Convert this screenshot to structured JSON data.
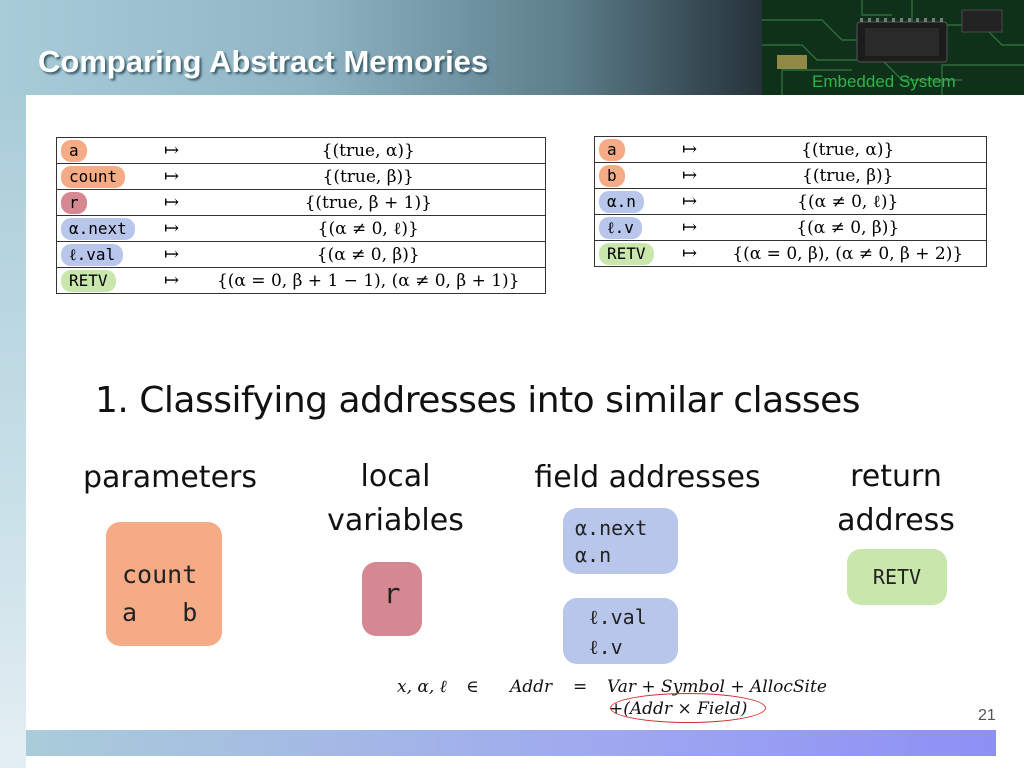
{
  "slide": {
    "title": "Comparing Abstract Memories",
    "brand": "Embedded System",
    "page_number": "21"
  },
  "table_left": {
    "rows": [
      {
        "key": "a",
        "map": "↦",
        "val": "{(true, α)}",
        "color": "orange"
      },
      {
        "key": "count",
        "map": "↦",
        "val": "{(true, β)}",
        "color": "orange"
      },
      {
        "key": "r",
        "map": "↦",
        "val": "{(true, β + 1)}",
        "color": "red"
      },
      {
        "key": "α.next",
        "map": "↦",
        "val": "{(α ≠ 0, ℓ)}",
        "color": "blue"
      },
      {
        "key": "ℓ.val",
        "map": "↦",
        "val": "{(α ≠ 0, β)}",
        "color": "blue"
      },
      {
        "key": "RETV",
        "map": "↦",
        "val": "{(α = 0, β + 1 − 1), (α ≠ 0, β + 1)}",
        "color": "green"
      }
    ]
  },
  "table_right": {
    "rows": [
      {
        "key": "a",
        "map": "↦",
        "val": "{(true, α)}",
        "color": "orange"
      },
      {
        "key": "b",
        "map": "↦",
        "val": "{(true, β)}",
        "color": "orange"
      },
      {
        "key": "α.n",
        "map": "↦",
        "val": "{(α ≠ 0, ℓ)}",
        "color": "blue"
      },
      {
        "key": "ℓ.v",
        "map": "↦",
        "val": "{(α ≠ 0, β)}",
        "color": "blue"
      },
      {
        "key": "RETV",
        "map": "↦",
        "val": "{(α = 0, β), (α ≠ 0, β + 2)}",
        "color": "green"
      }
    ]
  },
  "section": {
    "heading": "1. Classifying addresses into similar classes"
  },
  "categories": {
    "parameters": {
      "label": "parameters",
      "items": [
        "count",
        "a   b"
      ]
    },
    "locals": {
      "label_1": "local",
      "label_2": "variables",
      "items": [
        "r"
      ]
    },
    "fields": {
      "label": "field addresses",
      "group1": [
        "α.next",
        "α.n"
      ],
      "group2": [
        "ℓ.val",
        "ℓ.v"
      ]
    },
    "return": {
      "label_1": "return",
      "label_2": "address",
      "items": [
        "RETV"
      ]
    }
  },
  "equation": {
    "lhs": "x, α, ℓ",
    "member": "∈",
    "set": "Addr",
    "equals": "=",
    "rhs": "Var + Symbol + AllocSite",
    "rhs2": "+(Addr × Field)"
  },
  "colors": {
    "orange": "#f5ab86",
    "red": "#d68892",
    "blue": "#b8c6ec",
    "green": "#c9e6ac",
    "title_text": "#ffffff",
    "brand_text": "#2fb34a",
    "highlight_ring": "#d0302f"
  }
}
